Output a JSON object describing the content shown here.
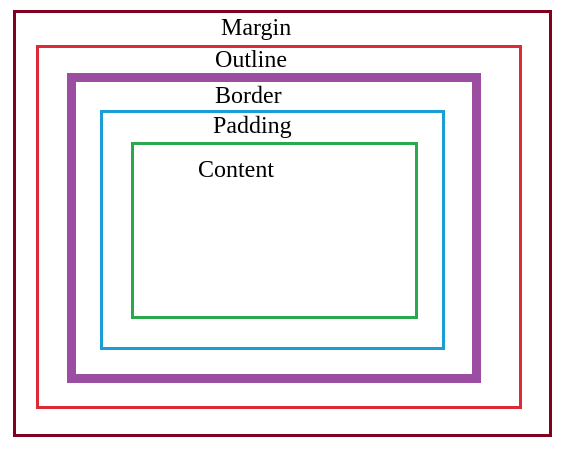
{
  "layers": [
    {
      "key": "margin",
      "label": "Margin",
      "color": "#800020"
    },
    {
      "key": "outline",
      "label": "Outline",
      "color": "#dc2b36"
    },
    {
      "key": "border",
      "label": "Border",
      "color": "#9b4da1"
    },
    {
      "key": "padding",
      "label": "Padding",
      "color": "#1a9ed6"
    },
    {
      "key": "content",
      "label": "Content",
      "color": "#2aa84e"
    }
  ]
}
